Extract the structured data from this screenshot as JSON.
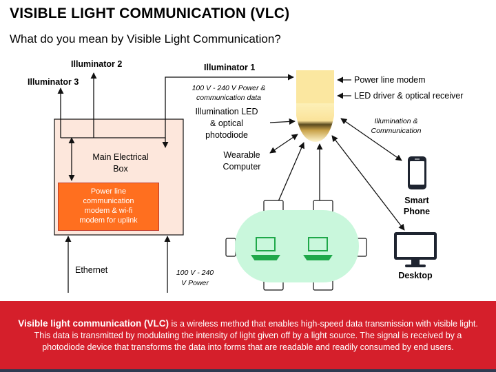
{
  "title": "VISIBLE LIGHT COMMUNICATION (VLC)",
  "subtitle": "What do you mean by Visible Light Communication?",
  "labels": {
    "illuminator1": "Illuminator 1",
    "illuminator2": "Illuminator 2",
    "illuminator3": "Illuminator 3",
    "power_comm_data_1": "100 V - 240 V Power &",
    "power_comm_data_2": "communication data",
    "main_box_1": "Main Electrical",
    "main_box_2": "Box",
    "modem_1": "Power line",
    "modem_2": "communication",
    "modem_3": "modem & wi-fi",
    "modem_4": "modem for uplink",
    "ethernet": "Ethernet",
    "power_1": "100 V - 240",
    "power_2": "V Power",
    "power_line_modem": "Power line modem",
    "led_driver": "LED driver & optical receiver",
    "illum_led_1": "Illumination LED",
    "illum_led_2": "& optical",
    "illum_led_3": "photodiode",
    "wearable_1": "Wearable",
    "wearable_2": "Computer",
    "illum_comm_1": "Illumination &",
    "illum_comm_2": "Communication",
    "smartphone_1": "Smart",
    "smartphone_2": "Phone",
    "desktop": "Desktop"
  },
  "colors": {
    "accent_red": "#d51f2b",
    "modem_orange": "#ff6f1f",
    "main_box_fill": "#fde7dc",
    "table_green": "#c9f7dc",
    "laptop_green": "#1fa84a",
    "lamp_yellow": "#fbe7a0",
    "footer_strip": "#2f3b52"
  },
  "footer": {
    "bold": "Visible light communication (VLC)",
    "text": " is a wireless method that enables high-speed data transmission with visible light. This data is transmitted by modulating the intensity of light given off by a light source. The signal is received by a photodiode device that transforms the data into forms that are readable and readily consumed by end users."
  },
  "icons": [
    "ceiling-lamp-icon",
    "smartphone-icon",
    "desktop-monitor-icon",
    "laptop-icon",
    "chair-icon"
  ]
}
